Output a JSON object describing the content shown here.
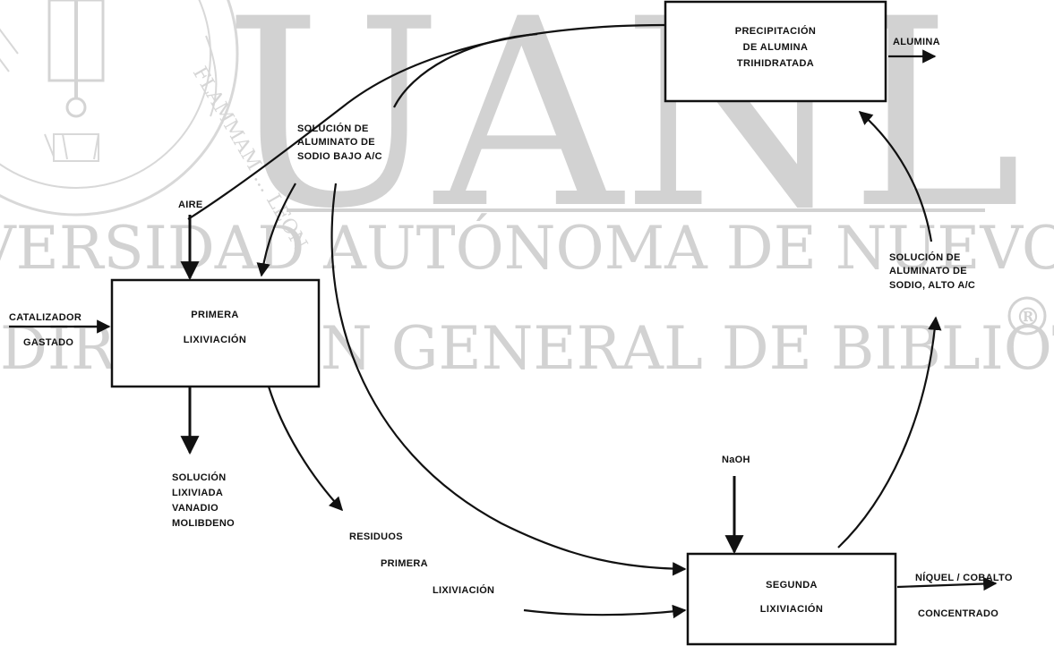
{
  "watermark": {
    "big_letters": "UANL",
    "line1": "VERSIDAD AUTÓNOMA DE NUEVO LEÓN",
    "line2": "DIRECCIÓN GENERAL DE BIBLIOTECAS",
    "seal_text": "FLAMMAM ... LEON",
    "registered_mark": "®"
  },
  "processes": {
    "precipitacion": [
      "PRECIPITACIÓN",
      "DE ALUMINA",
      "TRIHIDRATADA"
    ],
    "primera": [
      "PRIMERA",
      "LIXIVIACIÓN"
    ],
    "segunda": [
      "SEGUNDA",
      "LIXIVIACIÓN"
    ]
  },
  "streams": {
    "alumina": "ALUMINA",
    "aluminato_bajo": [
      "SOLUCIÓN DE",
      "ALUMINATO DE",
      "SODIO BAJO A/C"
    ],
    "aire": "AIRE",
    "catalizador": [
      "CATALIZADOR",
      "GASTADO"
    ],
    "solucion_lixiviada": [
      "SOLUCIÓN",
      "LIXIVIADA",
      "VANADIO",
      "MOLIBDENO"
    ],
    "residuos": [
      "RESIDUOS",
      "PRIMERA",
      "LIXIVIACIÓN"
    ],
    "naoh": "NaOH",
    "aluminato_alto": [
      "SOLUCIÓN DE",
      "ALUMINATO DE",
      "SODIO, ALTO A/C"
    ],
    "niquel": [
      "NÍQUEL / COBALTO",
      "CONCENTRADO"
    ]
  }
}
